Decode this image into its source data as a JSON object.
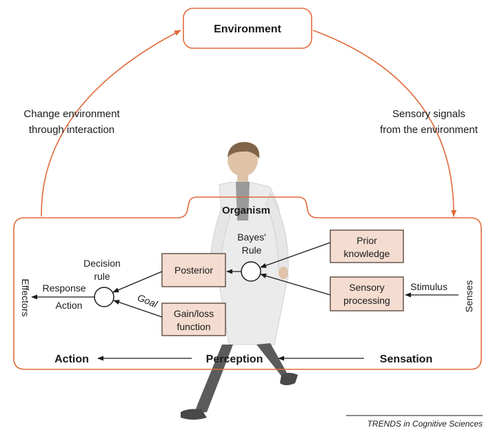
{
  "colors": {
    "outline": "#e06a3a",
    "box_fill": "#f4ddd0",
    "box_stroke": "#5a4a40",
    "arrow": "#1a1a1a",
    "figure": "#bfbfbf"
  },
  "environment": {
    "label": "Environment"
  },
  "left_arc_label": {
    "line1": "Change environment",
    "line2": "through interaction"
  },
  "right_arc_label": {
    "line1": "Sensory signals",
    "line2": "from the environment"
  },
  "organism": {
    "label": "Organism"
  },
  "nodes": {
    "bayes_rule": {
      "line1": "Bayes'",
      "line2": "Rule"
    },
    "decision_rule": {
      "line1": "Decision",
      "line2": "rule"
    },
    "prior": {
      "line1": "Prior",
      "line2": "knowledge"
    },
    "sensory_processing": {
      "line1": "Sensory",
      "line2": "processing"
    },
    "posterior": {
      "label": "Posterior"
    },
    "gain_loss": {
      "line1": "Gain/loss",
      "line2": "function"
    }
  },
  "edge_labels": {
    "stimulus": "Stimulus",
    "response": "Response",
    "action": "Action",
    "goal": "Goal"
  },
  "side_labels": {
    "effectors": "Effectors",
    "senses": "Senses"
  },
  "bottom_row": {
    "action": "Action",
    "perception": "Perception",
    "sensation": "Sensation"
  },
  "credit": "TRENDS in Cognitive Sciences"
}
